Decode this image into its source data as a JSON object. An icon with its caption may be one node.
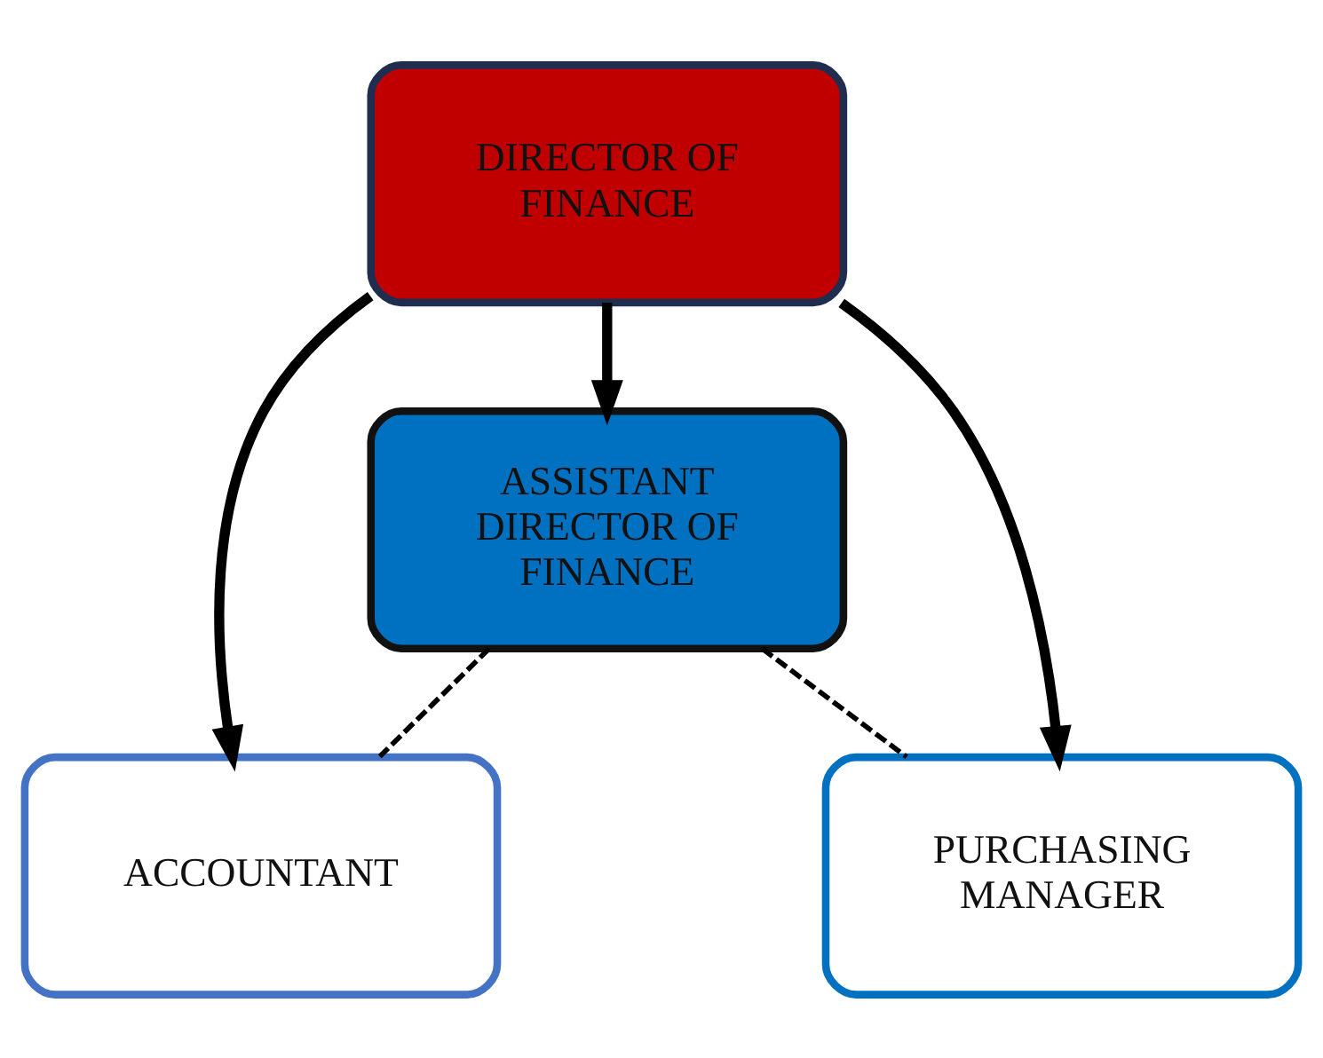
{
  "diagram": {
    "nodes": [
      {
        "text": [
          "DIRECTOR OF FINANCE"
        ]
      },
      {
        "text": [
          "ASSISTANT DIRECTOR OF FINANCE"
        ]
      },
      {
        "text": [
          "ACCOUNTANT"
        ]
      },
      {
        "text": [
          "PURCHASING MANAGER"
        ]
      }
    ],
    "edges": [
      {
        "from": 0,
        "to": 1,
        "arrow": "to"
      },
      {
        "from": 0,
        "to": 2,
        "arrow": "to"
      },
      {
        "from": 0,
        "to": 3,
        "arrow": "to"
      },
      {
        "from": 1,
        "to": 2,
        "arrow": "none",
        "style": "dashed"
      },
      {
        "from": 1,
        "to": 3,
        "arrow": "none",
        "style": "dashed"
      }
    ]
  }
}
